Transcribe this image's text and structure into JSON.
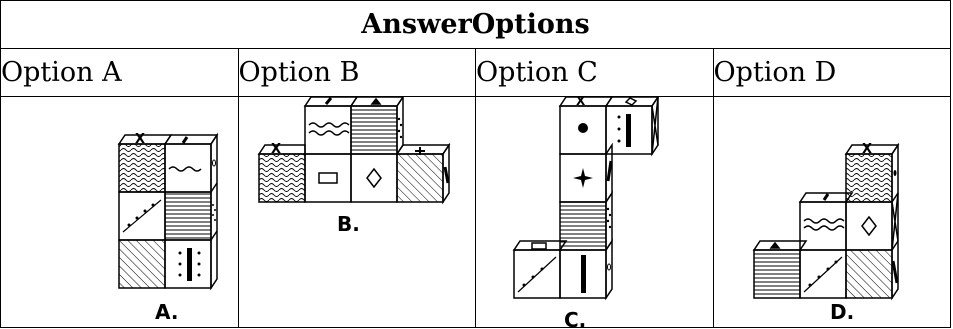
{
  "title": "AnswerOptions",
  "options": [
    {
      "header": "Option A",
      "figure_label": "A."
    },
    {
      "header": "Option B",
      "figure_label": "B."
    },
    {
      "header": "Option C",
      "figure_label": "C."
    },
    {
      "header": "Option D",
      "figure_label": "D."
    }
  ]
}
